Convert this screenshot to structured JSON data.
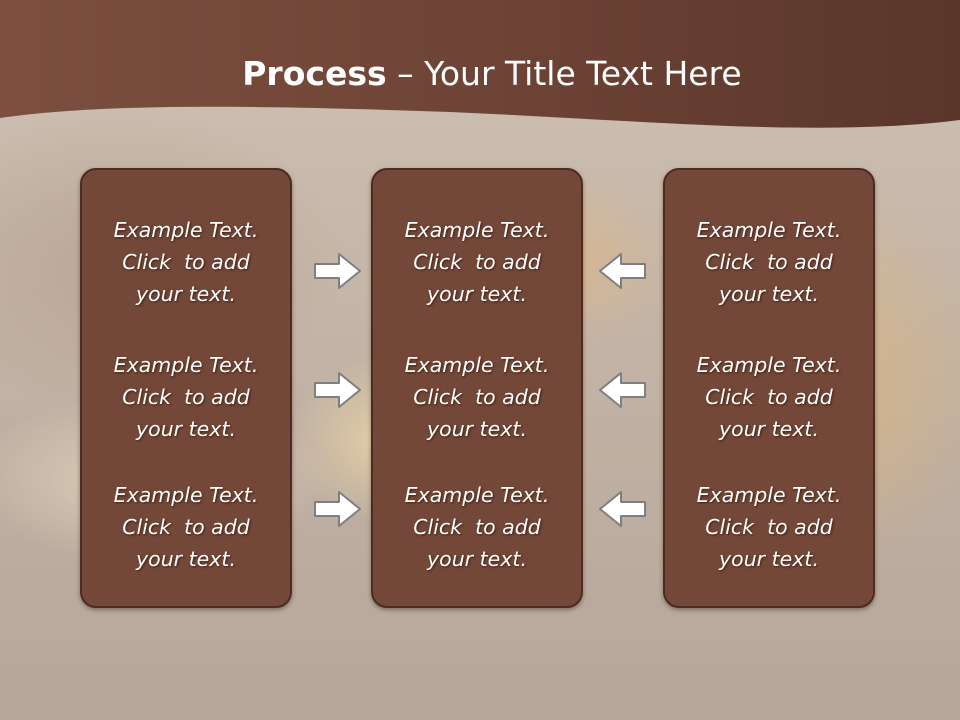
{
  "slide": {
    "title_bold": "Process",
    "title_rest": " – Your Title Text Here"
  },
  "colors": {
    "header": "#6d4435",
    "panel_fill": "#744838",
    "panel_border": "#4b2b22",
    "arrow_fill": "#ffffff",
    "arrow_stroke": "#7f7f7f"
  },
  "columns": [
    {
      "items": [
        "Example Text.\nClick  to add\nyour text.",
        "Example Text.\nClick  to add\nyour text.",
        "Example Text.\nClick  to add\nyour text."
      ]
    },
    {
      "items": [
        "Example Text.\nClick  to add\nyour text.",
        "Example Text.\nClick  to add\nyour text.",
        "Example Text.\nClick  to add\nyour text."
      ]
    },
    {
      "items": [
        "Example Text.\nClick  to add\nyour text.",
        "Example Text.\nClick  to add\nyour text.",
        "Example Text.\nClick  to add\nyour text."
      ]
    }
  ],
  "arrows": {
    "left_group": [
      "right-arrow",
      "right-arrow",
      "right-arrow"
    ],
    "right_group": [
      "left-arrow",
      "left-arrow",
      "left-arrow"
    ]
  }
}
